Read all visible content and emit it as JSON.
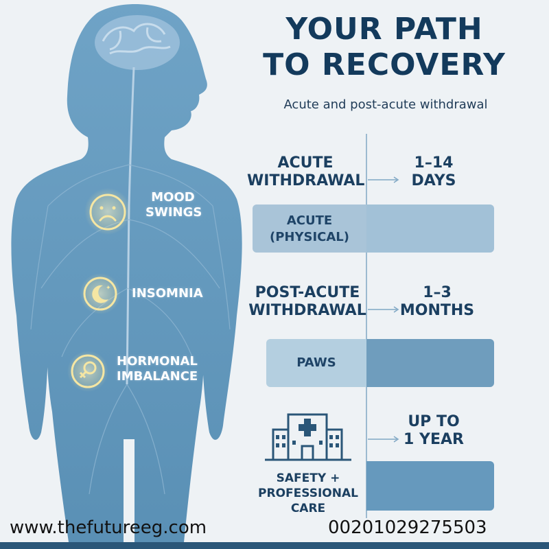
{
  "title_line1": "YOUR PATH",
  "title_line2": "TO RECOVERY",
  "subtitle": "Acute and post-acute withdrawal",
  "symptoms": [
    {
      "line1": "MOOD",
      "line2": "SWINGS",
      "icon": "sad-face-icon"
    },
    {
      "line1": "INSOMNIA",
      "line2": "",
      "icon": "moon-stars-icon"
    },
    {
      "line1": "HORMONAL",
      "line2": "IMBALANCE",
      "icon": "female-symbol-icon"
    }
  ],
  "stages": [
    {
      "label_line1": "ACUTE",
      "label_line2": "WITHDRAWAL",
      "duration_line1": "1–14",
      "duration_line2": "DAYS",
      "bar_line1": "ACUTE",
      "bar_line2": "(PHYSICAL)"
    },
    {
      "label_line1": "POST-ACUTE",
      "label_line2": "WITHDRAWAL",
      "duration_line1": "1–3",
      "duration_line2": "MONTHS",
      "bar_line1": "PAWS",
      "bar_line2": ""
    },
    {
      "label_line1": "SAFETY +",
      "label_line2": "PROFESSIONAL",
      "label_line3": "CARE",
      "duration_line1": "UP TO",
      "duration_line2": "1 YEAR",
      "icon": "hospital-icon"
    }
  ],
  "footer": {
    "url": "www.thefutureeg.com",
    "phone": "00201029275503"
  },
  "colors": {
    "silhouette": "#5b93b8",
    "title": "#133a5c",
    "bar_light": "#a9c4d8",
    "bar_dark": "#7fa7c4",
    "glow": "#f5e6a3"
  }
}
